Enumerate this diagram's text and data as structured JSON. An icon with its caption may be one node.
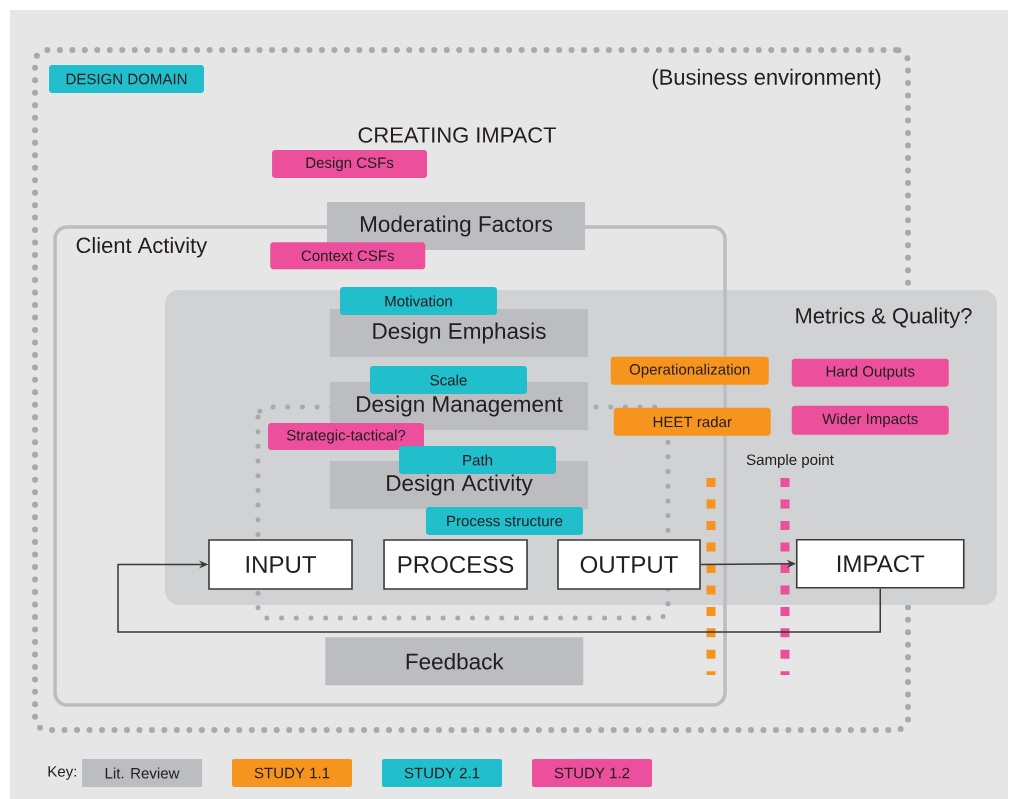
{
  "diagram": {
    "nodes": [
      {
        "text": [
          "(Business environment)"
        ]
      },
      {
        "text": [
          "DESIGN DOMAIN"
        ],
        "in": 0
      },
      {
        "text": [
          "Client Activity"
        ],
        "in": 0
      },
      {
        "text": [
          "Metrics & Quality?"
        ]
      },
      {
        "text": [
          "Design CSFs"
        ],
        "in": 0
      },
      {
        "text": [
          "Moderating Factors"
        ],
        "in": 0
      },
      {
        "text": [
          "Context CSFs"
        ],
        "in": 2
      },
      {
        "text": [
          "Motivation"
        ]
      },
      {
        "text": [
          "Design Emphasis"
        ]
      },
      {
        "text": [
          "Scale"
        ]
      },
      {
        "text": [
          "Design Management"
        ]
      },
      {
        "text": [
          "Strategic-tactical?"
        ]
      },
      {
        "text": [
          "Path"
        ]
      },
      {
        "text": [
          "Design Activity"
        ]
      },
      {
        "text": [
          "Process structure"
        ]
      },
      {
        "text": [
          "INPUT"
        ]
      },
      {
        "text": [
          "PROCESS"
        ]
      },
      {
        "text": [
          "OUTPUT"
        ]
      },
      {
        "text": [
          "IMPACT"
        ],
        "in": 3
      },
      {
        "text": [
          "Operationalization"
        ],
        "in": 3
      },
      {
        "text": [
          "HEET radar"
        ],
        "in": 3
      },
      {
        "text": [
          "Hard Outputs"
        ],
        "in": 3
      },
      {
        "text": [
          "Wider Impacts"
        ],
        "in": 3
      },
      {
        "text": [
          "Feedback"
        ],
        "in": 2
      }
    ],
    "edges": [
      {
        "from": 17,
        "to": 18,
        "arrow": "to"
      },
      {
        "from": 18,
        "to": 15,
        "arrow": "to"
      }
    ],
    "labels": [
      "CREATING IMPACT",
      "Sample point",
      "Key:"
    ],
    "legend": [
      {
        "text": "Lit. Review",
        "color": "#bcbdc1"
      },
      {
        "text": "STUDY 1.1",
        "color": "#f7941d"
      },
      {
        "text": "STUDY 2.1",
        "color": "#21bfcc"
      },
      {
        "text": "STUDY 1.2",
        "color": "#ec4f9b"
      }
    ]
  }
}
